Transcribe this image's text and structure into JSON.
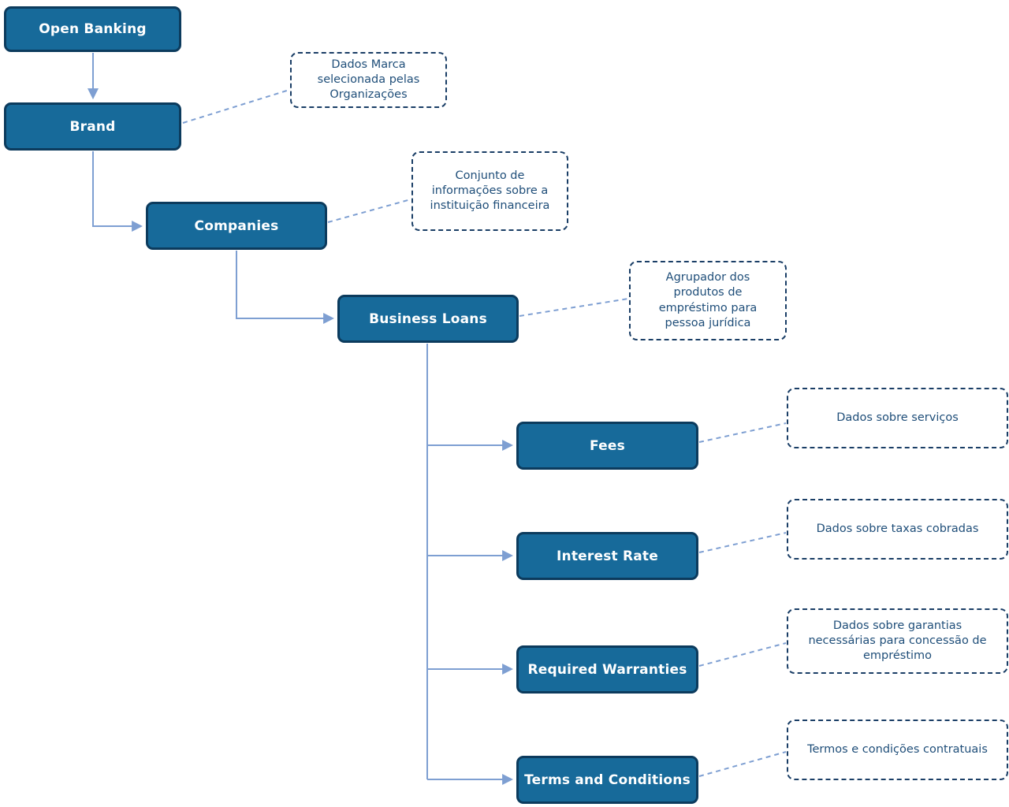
{
  "diagram": {
    "title": "Open Banking hierarchy diagram",
    "colors": {
      "node_fill": "#176A9A",
      "node_border": "#0C3B5D",
      "node_text": "#FFFFFF",
      "note_border": "#1A3E66",
      "note_text": "#1F4E79",
      "connector": "#7E9FD2",
      "background": "#FFFFFF"
    },
    "nodes": [
      {
        "id": "open-banking",
        "label": "Open Banking"
      },
      {
        "id": "brand",
        "label": "Brand"
      },
      {
        "id": "companies",
        "label": "Companies"
      },
      {
        "id": "business-loans",
        "label": "Business Loans"
      },
      {
        "id": "fees",
        "label": "Fees"
      },
      {
        "id": "interest-rate",
        "label": "Interest Rate"
      },
      {
        "id": "required-warranties",
        "label": "Required Warranties"
      },
      {
        "id": "terms-and-conditions",
        "label": "Terms and Conditions"
      }
    ],
    "notes": [
      {
        "id": "brand-note",
        "attached_to": "brand",
        "text": "Dados Marca selecionada pelas Organizações"
      },
      {
        "id": "companies-note",
        "attached_to": "companies",
        "text": "Conjunto de informações sobre a instituição financeira"
      },
      {
        "id": "business-loans-note",
        "attached_to": "business-loans",
        "text": "Agrupador dos produtos de empréstimo para pessoa jurídica"
      },
      {
        "id": "fees-note",
        "attached_to": "fees",
        "text": "Dados sobre serviços"
      },
      {
        "id": "interest-rate-note",
        "attached_to": "interest-rate",
        "text": "Dados sobre taxas cobradas"
      },
      {
        "id": "required-warranties-note",
        "attached_to": "required-warranties",
        "text": "Dados sobre garantias necessárias para concessão de empréstimo"
      },
      {
        "id": "terms-and-conditions-note",
        "attached_to": "terms-and-conditions",
        "text": "Termos e condições contratuais"
      }
    ],
    "edges": [
      {
        "from": "open-banking",
        "to": "brand"
      },
      {
        "from": "brand",
        "to": "companies"
      },
      {
        "from": "companies",
        "to": "business-loans"
      },
      {
        "from": "business-loans",
        "to": "fees"
      },
      {
        "from": "business-loans",
        "to": "interest-rate"
      },
      {
        "from": "business-loans",
        "to": "required-warranties"
      },
      {
        "from": "business-loans",
        "to": "terms-and-conditions"
      }
    ]
  }
}
